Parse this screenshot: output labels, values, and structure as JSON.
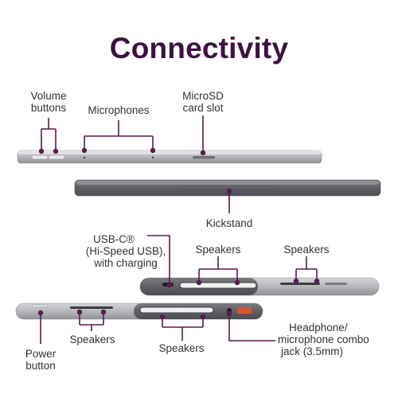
{
  "title": "Connectivity",
  "colors": {
    "title": "#3d1243",
    "callout": "#5a1a4f",
    "device_silver": "#b9bbbf",
    "device_dark": "#5e6066"
  },
  "labels": {
    "volume_buttons": [
      "Volume",
      "buttons"
    ],
    "microphones": "Microphones",
    "microsd": [
      "MicroSD",
      "card slot"
    ],
    "kickstand": "Kickstand",
    "usbc": [
      "USB-C®",
      "(Hi-Speed USB),",
      "with charging"
    ],
    "speakers_center_top": "Speakers",
    "speakers_right_top": "Speakers",
    "speakers_left_bottom": "Speakers",
    "speakers_center_bottom": "Speakers",
    "power_button": [
      "Power",
      "button"
    ],
    "headphone_jack": [
      "Headphone/",
      "microphone combo",
      "jack (3.5mm)"
    ]
  }
}
